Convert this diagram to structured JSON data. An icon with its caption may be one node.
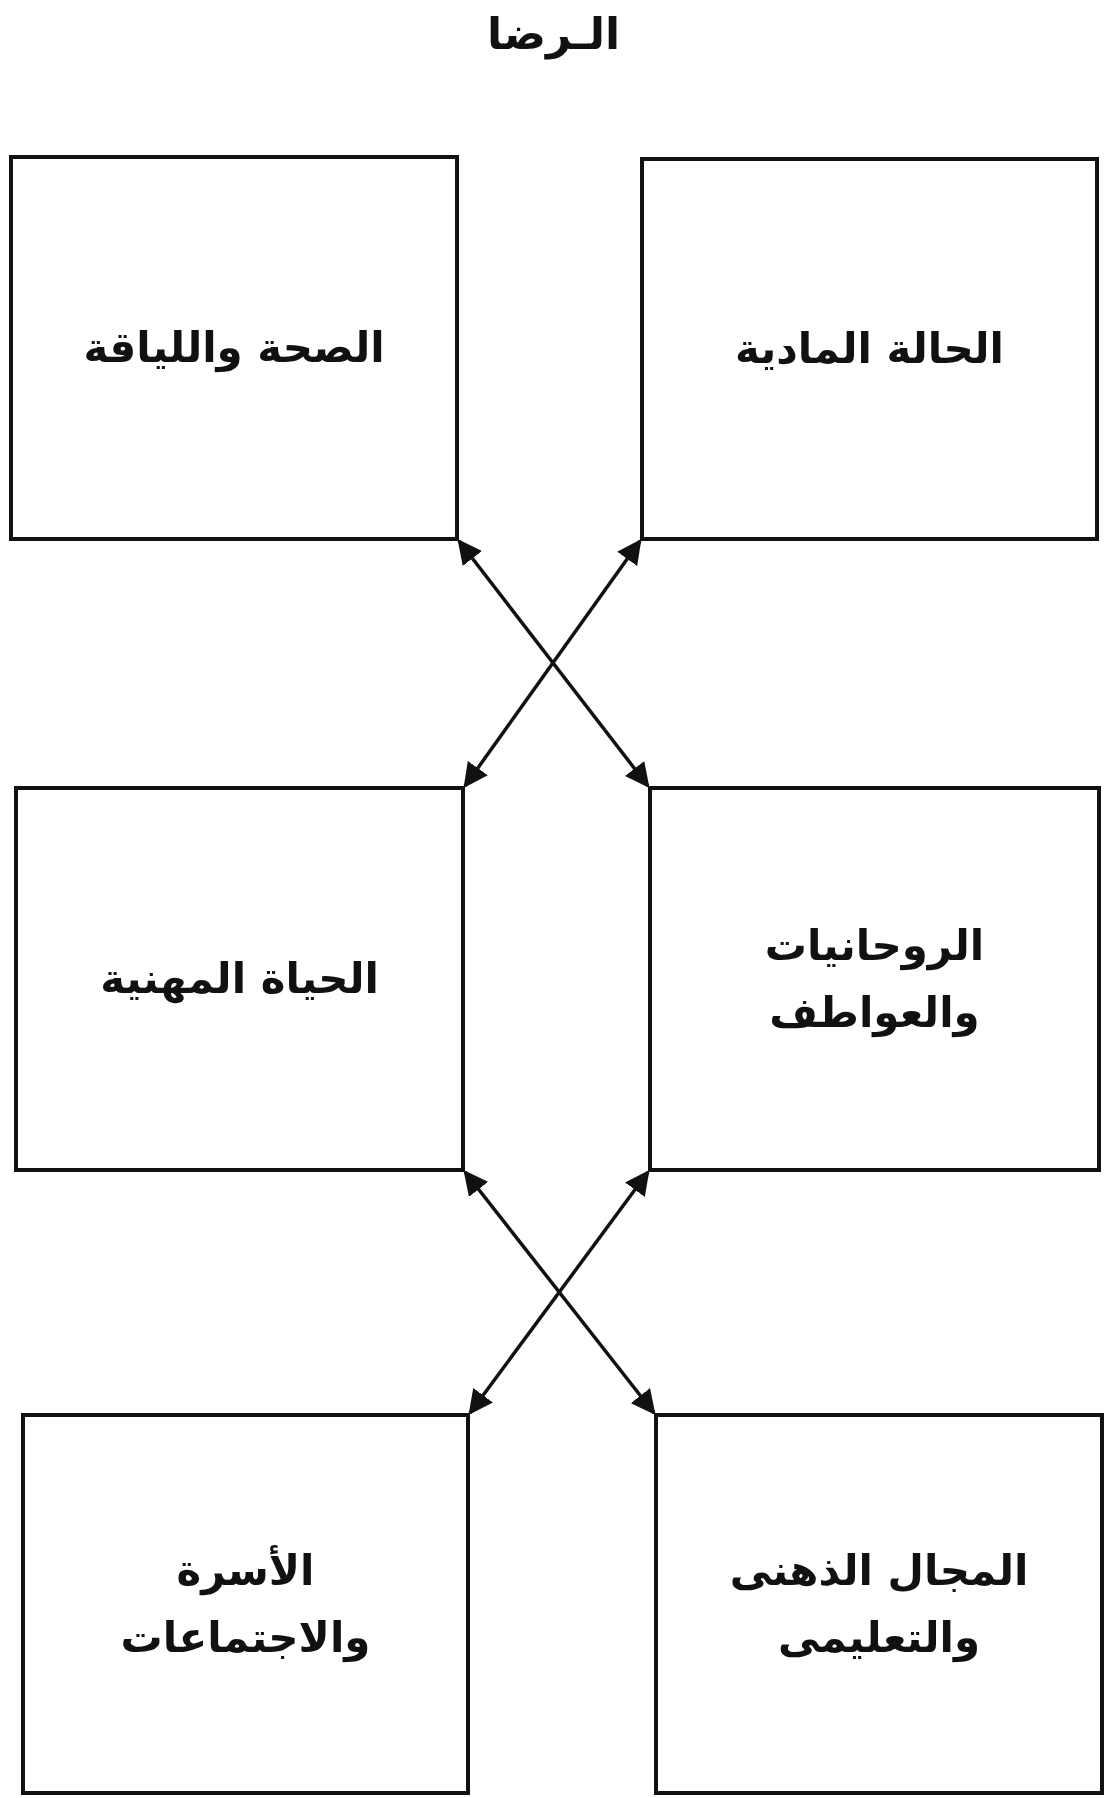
{
  "diagram": {
    "title": "الـرضا",
    "nodes": [
      {
        "text": [
          "الحالة المادية"
        ]
      },
      {
        "text": [
          "الصحة واللياقة"
        ]
      },
      {
        "text": [
          "الروحانيات والعواطف"
        ]
      },
      {
        "text": [
          "الحياة المهنية"
        ]
      },
      {
        "text": [
          "المجال الذهنى والتعليمى"
        ]
      },
      {
        "text": [
          "الأسرة والاجتماعات"
        ]
      }
    ],
    "edges": [
      {
        "from": 1,
        "to": 2,
        "arrow": "both"
      },
      {
        "from": 0,
        "to": 3,
        "arrow": "both"
      },
      {
        "from": 3,
        "to": 4,
        "arrow": "both"
      },
      {
        "from": 2,
        "to": 5,
        "arrow": "both"
      }
    ]
  }
}
